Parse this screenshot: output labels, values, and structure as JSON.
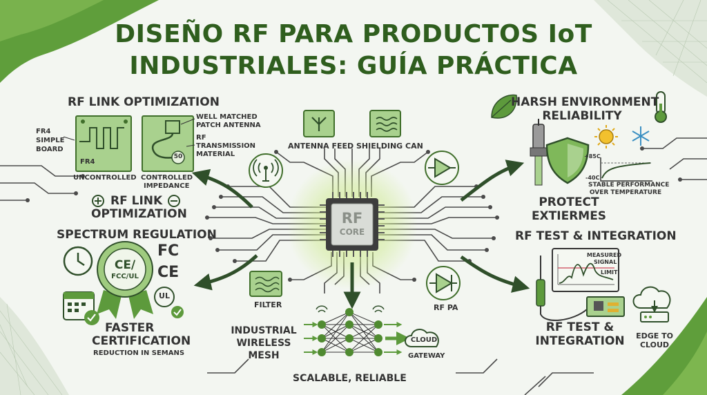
{
  "title": {
    "line1": "DISEÑO RF PARA PRODUCTOS IoT",
    "line2": "INDUSTRIALES: GUÍA PRÁCTICA"
  },
  "core": {
    "line1": "RF",
    "line2": "CORE"
  },
  "rf_link": {
    "heading": "RF LINK OPTIMIZATION",
    "board_label_1": "FR4",
    "board_label_2": "SIMPLE",
    "board_label_3": "BOARD",
    "board_inner": "FR4",
    "uncontrolled": "UNCONTROLLED",
    "controlled_1": "CONTROLLED",
    "controlled_2": "IMPEDANCE",
    "patch_1": "WELL MATCHED",
    "patch_2": "PATCH ANTENNA",
    "trans_1": "RF",
    "trans_2": "TRANSMISSION",
    "trans_3": "MATERIAL",
    "ohm": "50",
    "sub_1": "RF LINK",
    "sub_2": "OPTIMIZATION"
  },
  "spectrum": {
    "heading": "SPECTRUM REGULATION",
    "seal_1": "CE/",
    "seal_2": "FCC/UL",
    "fc": "FC",
    "ce": "CE",
    "ul": "UL",
    "faster_1": "FASTER",
    "faster_2": "CERTIFICATION",
    "reduction": "REDUCTION IN SEMANS"
  },
  "center": {
    "antenna_feed": "ANTENNA FEED",
    "shielding_can": "SHIELDING CAN",
    "filter": "FILTER",
    "rf_pa": "RF PA",
    "mesh_1": "INDUSTRIAL",
    "mesh_2": "WIRELESS",
    "mesh_3": "MESH",
    "scalable": "SCALABLE, RELIABLE",
    "cloud": "CLOUD",
    "gateway": "GATEWAY"
  },
  "harsh": {
    "heading_1": "HARSH ENVIRONMENT",
    "heading_2": "RELIABILITY",
    "plus85": "+85C",
    "minus40": "-40C",
    "stable_1": "STABLE PERFORMANCE",
    "stable_2": "OVER TEMPERATURE",
    "protect_1": "PROTECT",
    "protect_2": "EXTIERMES"
  },
  "rftest": {
    "heading": "RF TEST & INTEGRATION",
    "measured_1": "MEASURED",
    "measured_2": "SIGNAL",
    "limit": "LIMIT",
    "sub_1": "RF TEST &",
    "sub_2": "INTEGRATION",
    "edge_1": "EDGE TO",
    "edge_2": "CLOUD"
  },
  "colors": {
    "green_dark": "#2f5e1e",
    "green": "#5d9a3c",
    "green_light": "#cfe6b6",
    "line": "#4a4a4a"
  }
}
